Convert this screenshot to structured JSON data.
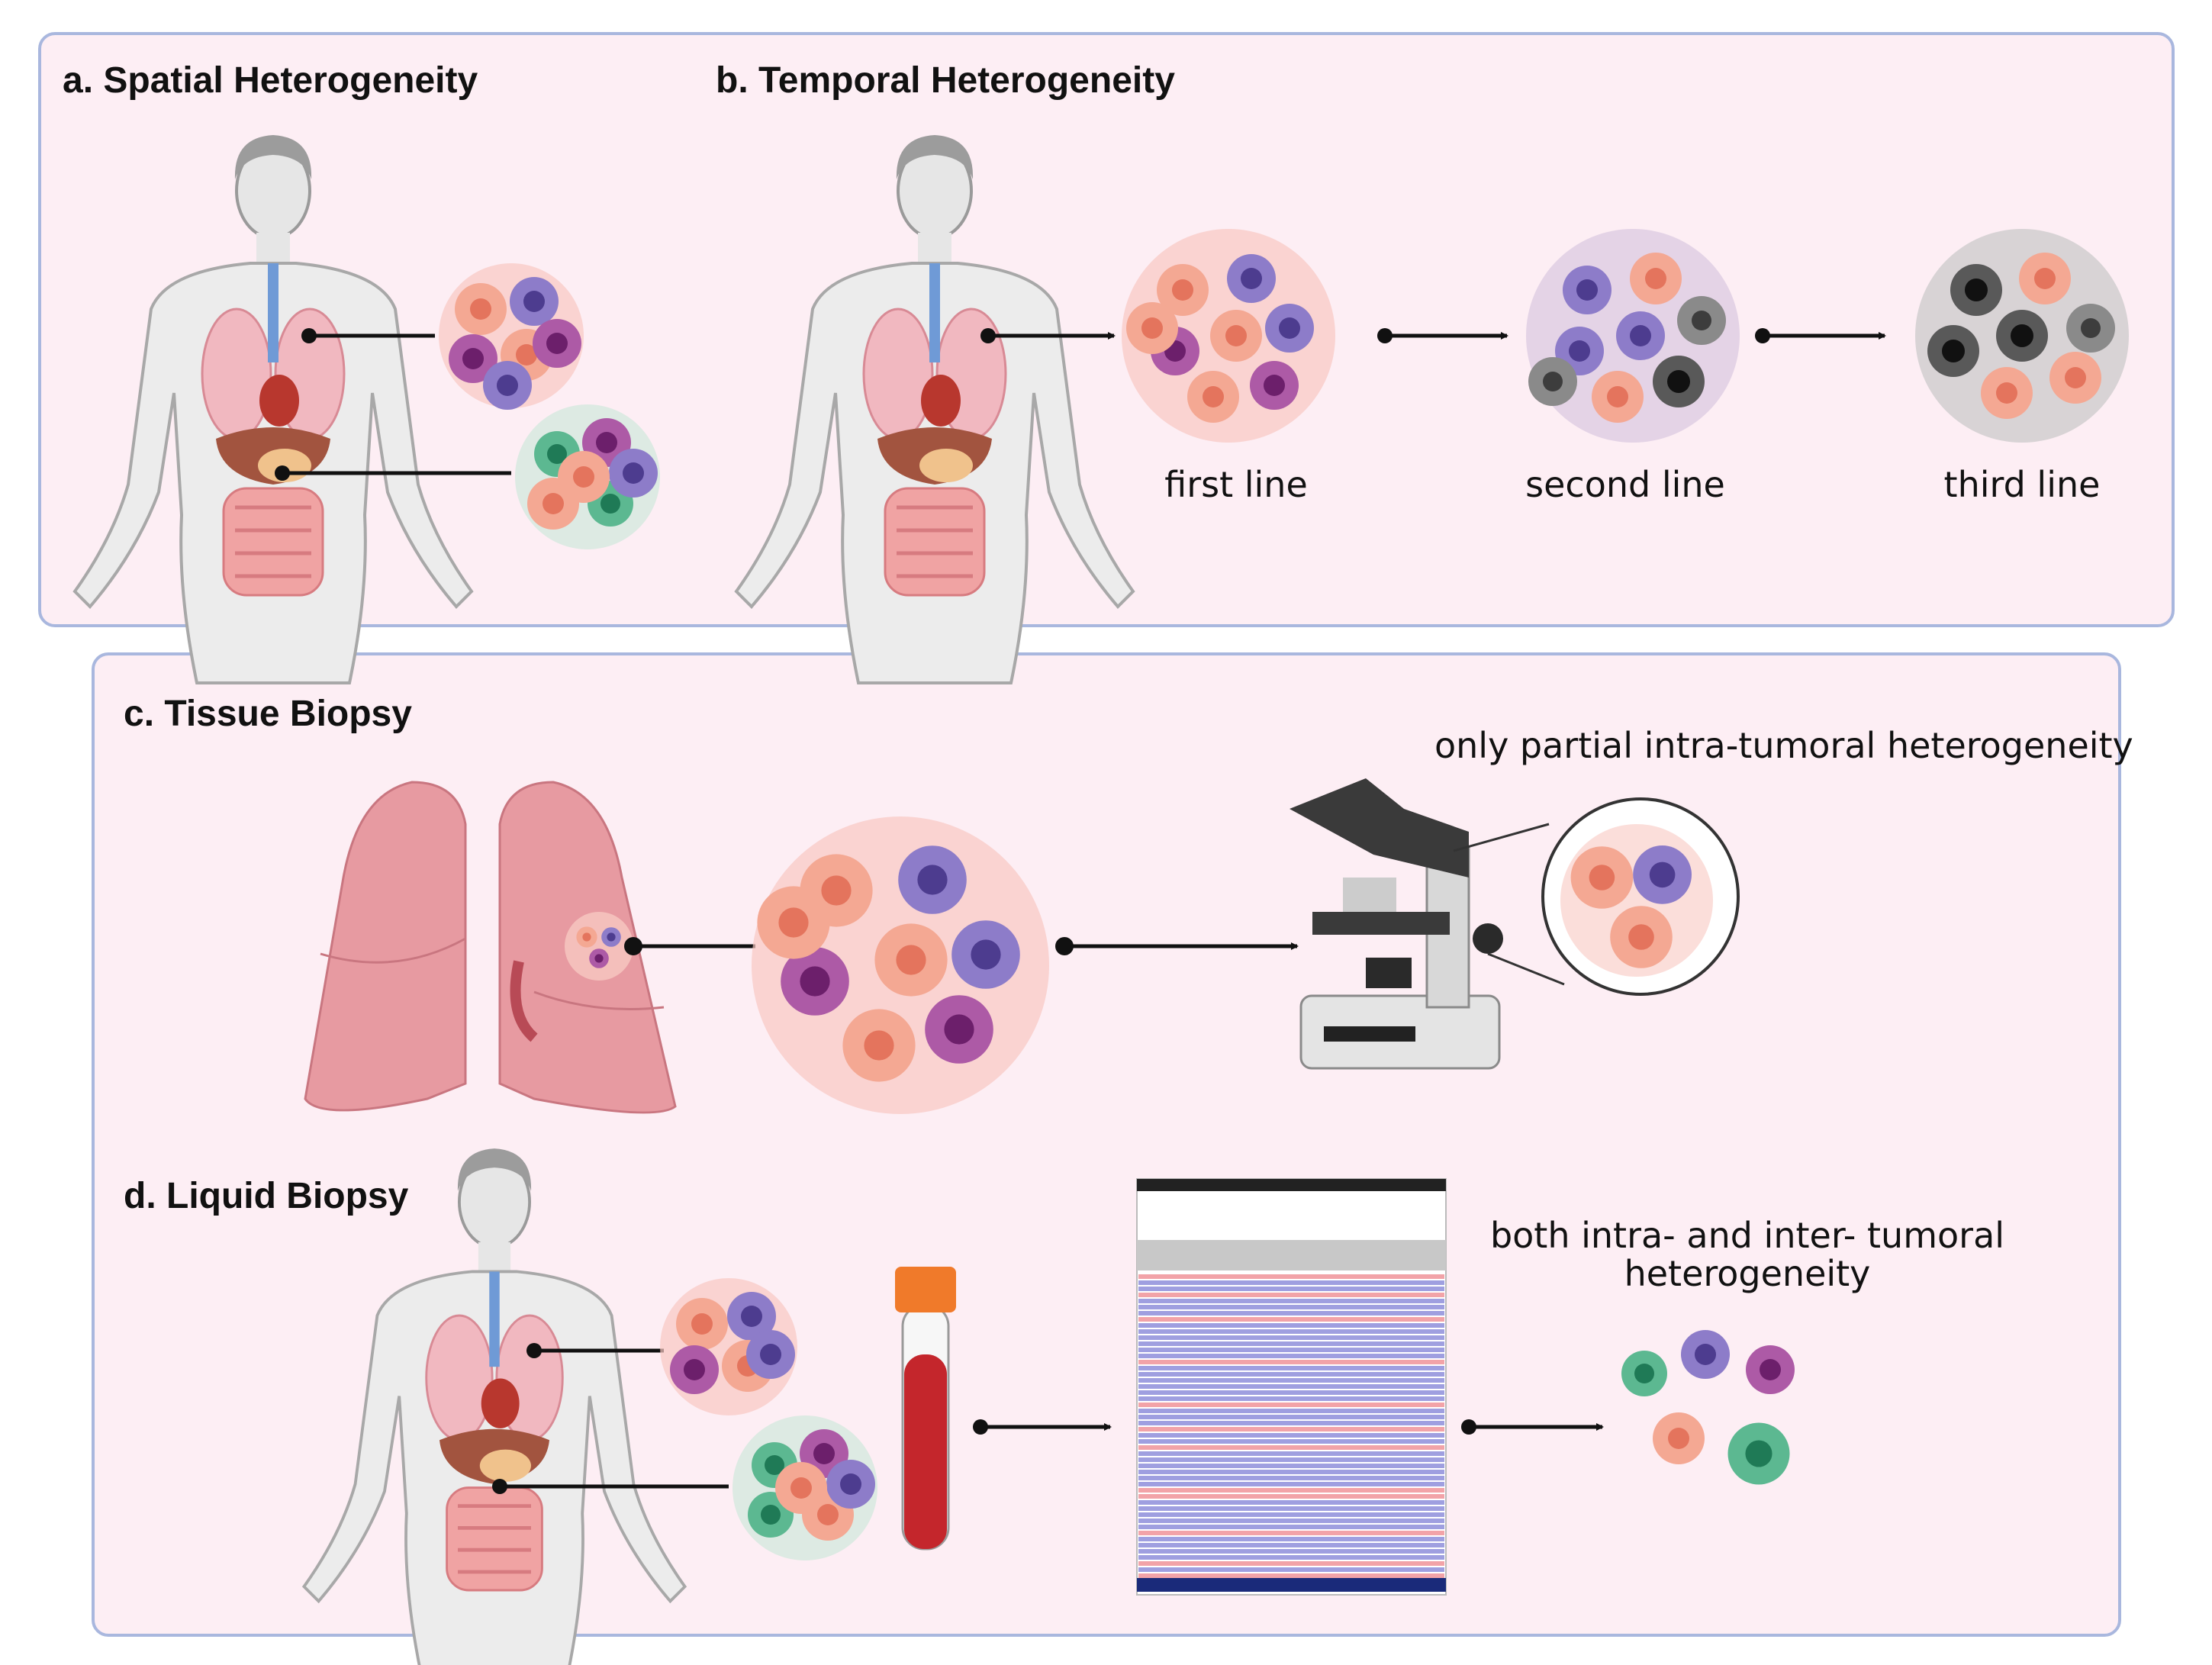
{
  "panels": {
    "a": {
      "title": "a. Spatial Heterogeneity"
    },
    "b": {
      "title": "b. Temporal Heterogeneity",
      "stages": [
        "first line",
        "second line",
        "third line"
      ]
    },
    "c": {
      "title": "c. Tissue Biopsy",
      "caption": "only partial intra-tumoral heterogeneity"
    },
    "d": {
      "title": "d. Liquid Biopsy",
      "caption_line1": "both intra- and inter- tumoral",
      "caption_line2": "heterogeneity"
    }
  },
  "colors": {
    "panel_bg": "#fdeef4",
    "panel_border": "#a9b7de",
    "cell_salmon": "#f29a86",
    "cell_purple": "#8a72c4",
    "cell_magenta": "#a2479a",
    "cell_green": "#4fae8a",
    "cell_dark": "#3a3a3a",
    "lung": "#e79aa1",
    "blood": "#c4262c",
    "cap": "#f07a2a"
  }
}
